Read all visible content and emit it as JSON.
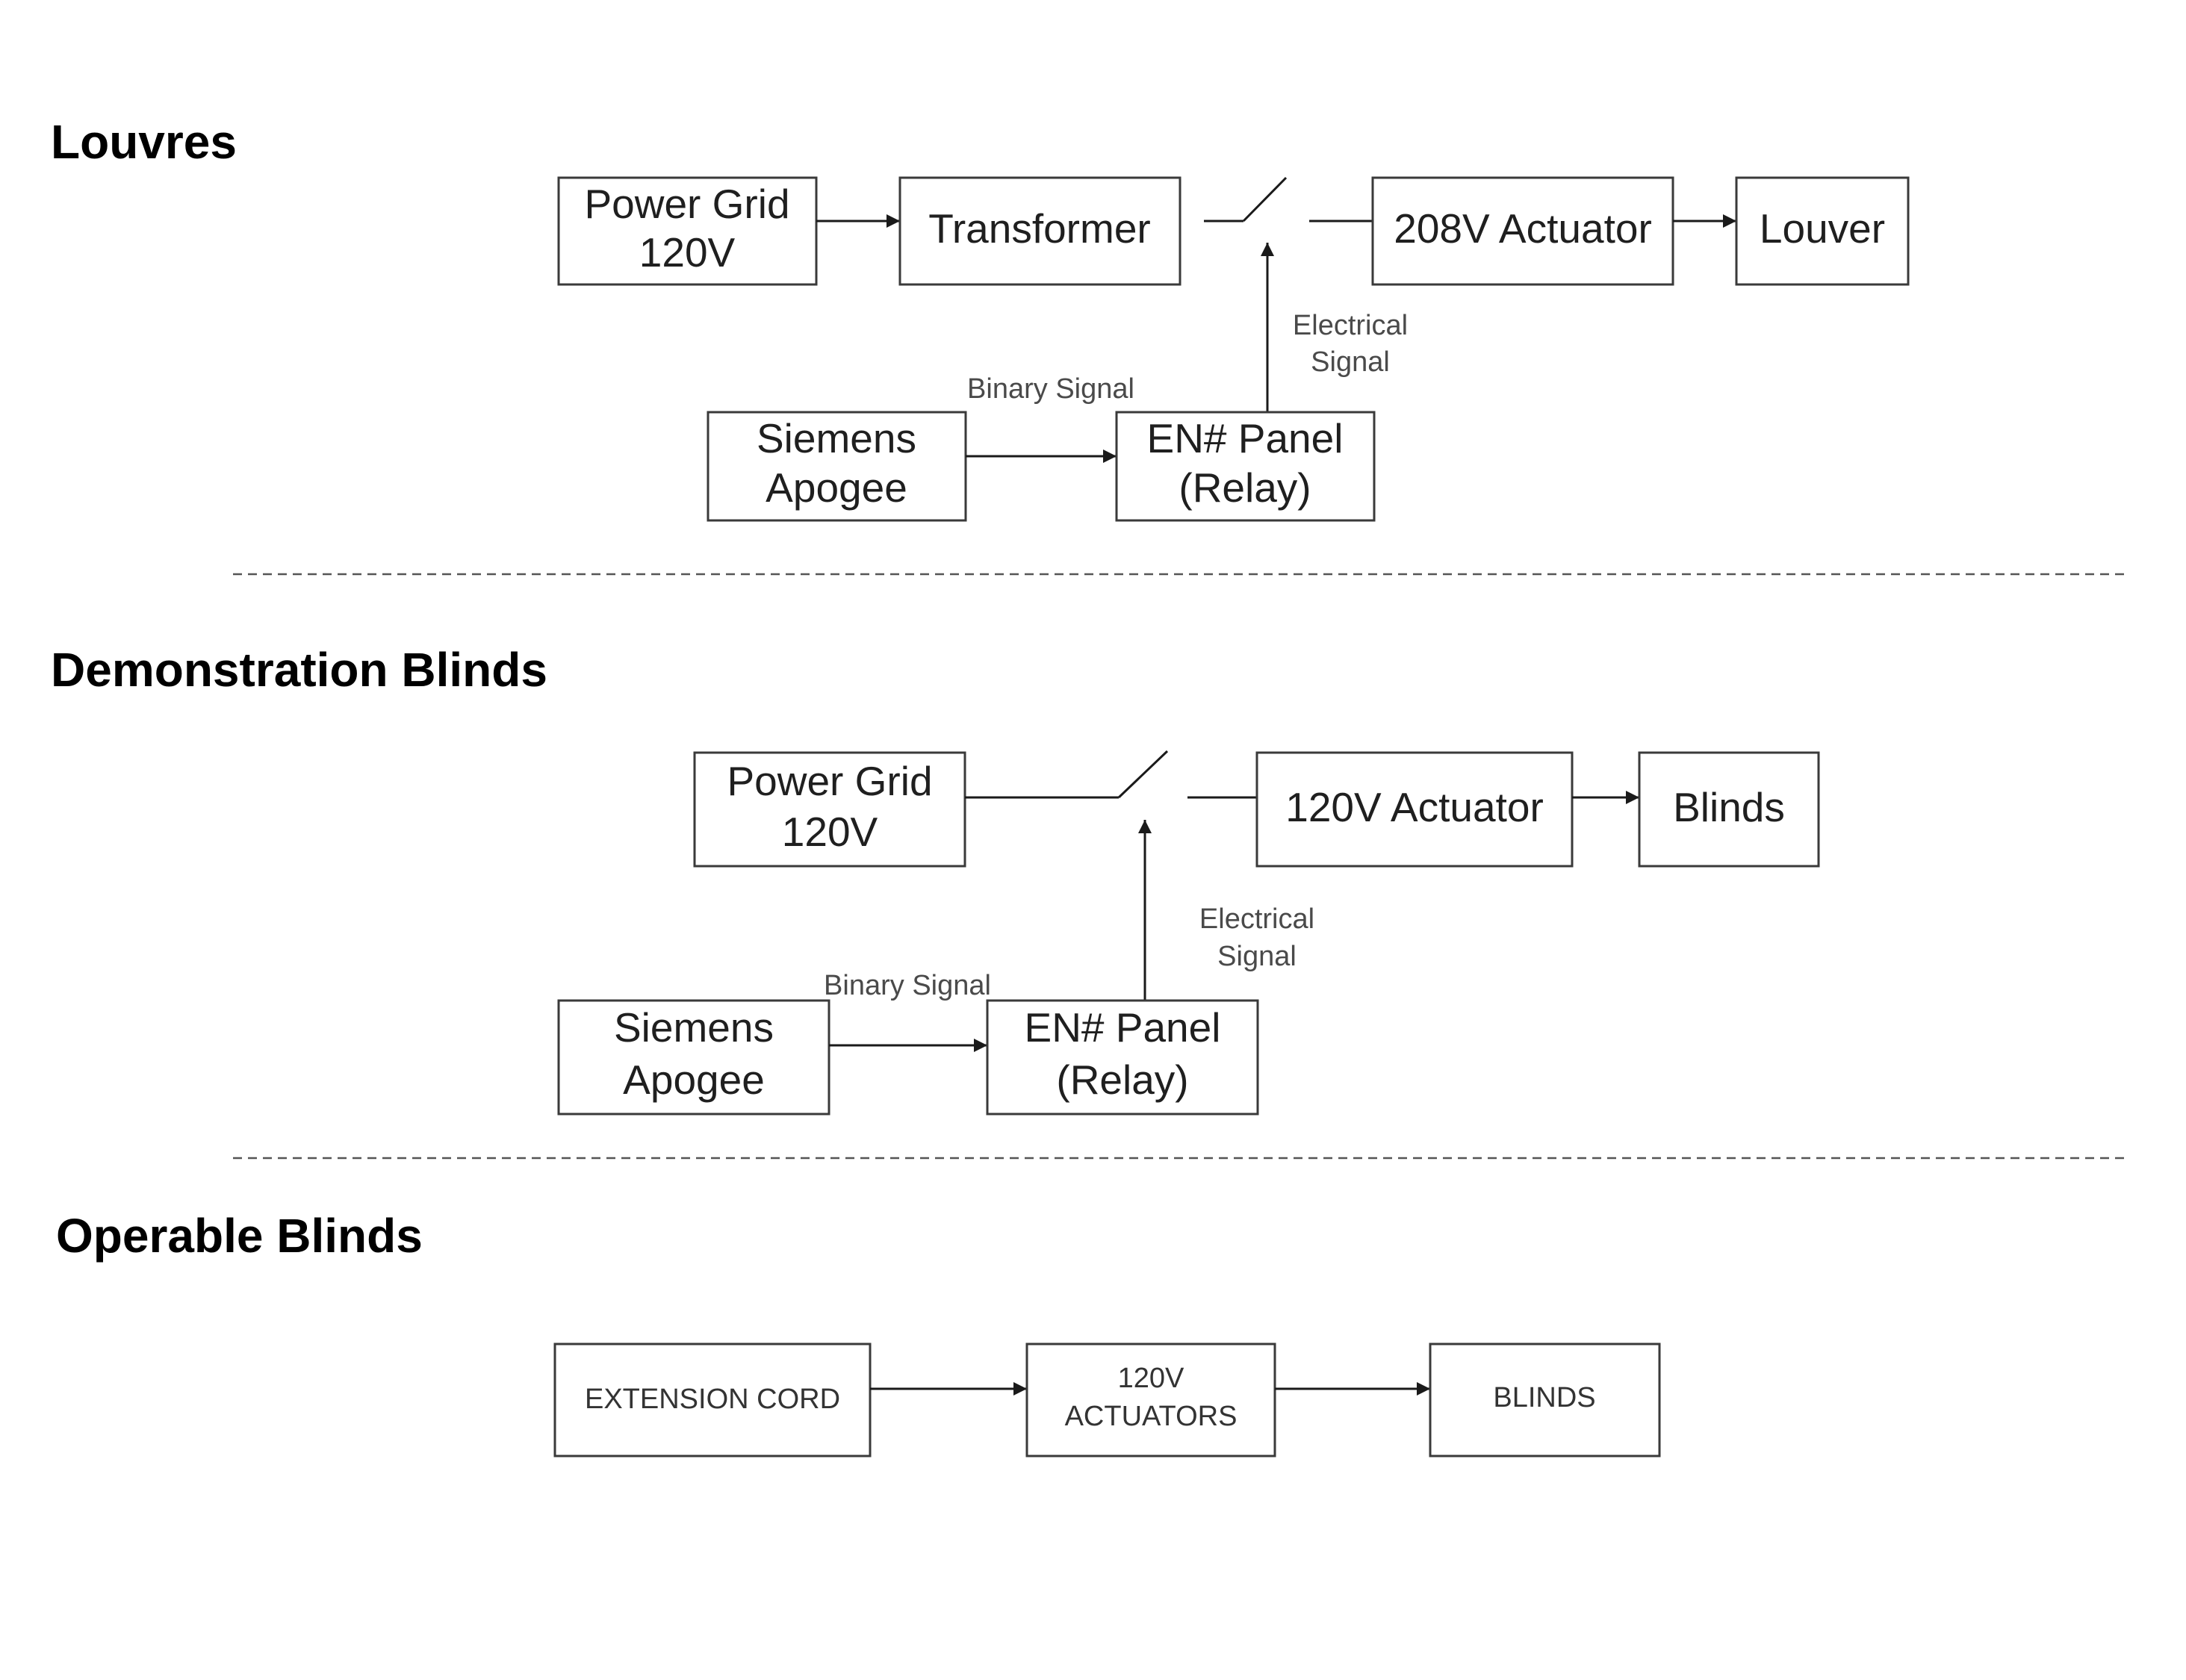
{
  "sections": {
    "louvres": {
      "title": "Louvres",
      "power_grid": [
        "Power Grid",
        "120V"
      ],
      "transformer": "Transformer",
      "actuator": "208V Actuator",
      "louver": "Louver",
      "electrical_signal": [
        "Electrical",
        "Signal"
      ],
      "binary_signal": "Binary Signal",
      "siemens": [
        "Siemens",
        "Apogee"
      ],
      "panel": [
        "EN# Panel",
        "(Relay)"
      ]
    },
    "demonstration_blinds": {
      "title": "Demonstration Blinds",
      "power_grid": [
        "Power Grid",
        "120V"
      ],
      "actuator": "120V Actuator",
      "blinds": "Blinds",
      "electrical_signal": [
        "Electrical",
        "Signal"
      ],
      "binary_signal": "Binary Signal",
      "siemens": [
        "Siemens",
        "Apogee"
      ],
      "panel": [
        "EN# Panel",
        "(Relay)"
      ]
    },
    "operable_blinds": {
      "title": "Operable Blinds",
      "extension_cord": "EXTENSION CORD",
      "actuators": [
        "120V",
        "ACTUATORS"
      ],
      "blinds": "BLINDS"
    }
  }
}
